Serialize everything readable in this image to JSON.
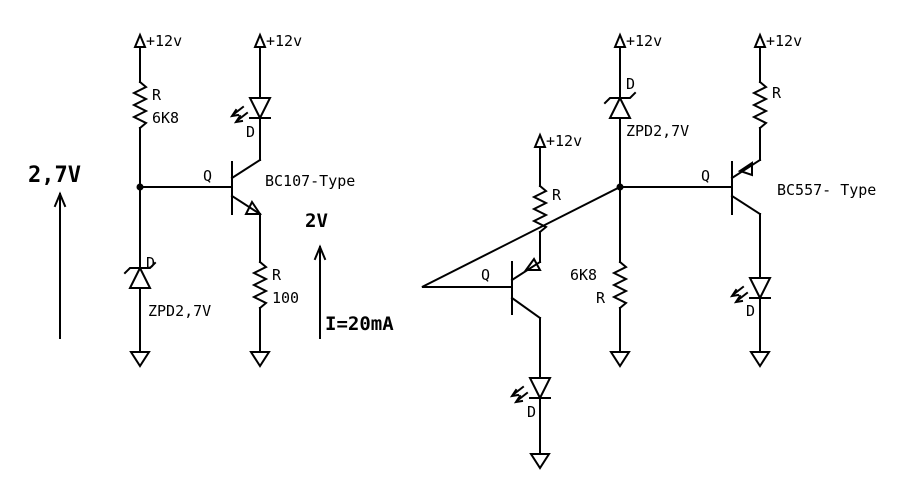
{
  "supply_label": "+12v",
  "left_circuit": {
    "resistor_top": {
      "ref": "R",
      "value": "6K8"
    },
    "zener": {
      "ref": "D",
      "value": "ZPD2,7V"
    },
    "transistor": {
      "ref": "Q",
      "type": "BC107-Type"
    },
    "led": {
      "ref": "D"
    },
    "resistor_emitter": {
      "ref": "R",
      "value": "100"
    },
    "voltage_reference": "2,7V",
    "voltage_emitter": "2V",
    "current": "I=20mA"
  },
  "right_circuit": {
    "zener": {
      "ref": "D",
      "value": "ZPD2,7V"
    },
    "resistor_bottom": {
      "ref": "R",
      "value": "6K8"
    },
    "transistor_pnp": {
      "ref": "Q",
      "type": "BC557- Type"
    },
    "transistor_npn": {
      "ref": "Q"
    },
    "resistor_npn": {
      "ref": "R"
    },
    "resistor_pnp": {
      "ref": "R"
    },
    "led_pnp": {
      "ref": "D"
    },
    "led_npn": {
      "ref": "D"
    }
  }
}
